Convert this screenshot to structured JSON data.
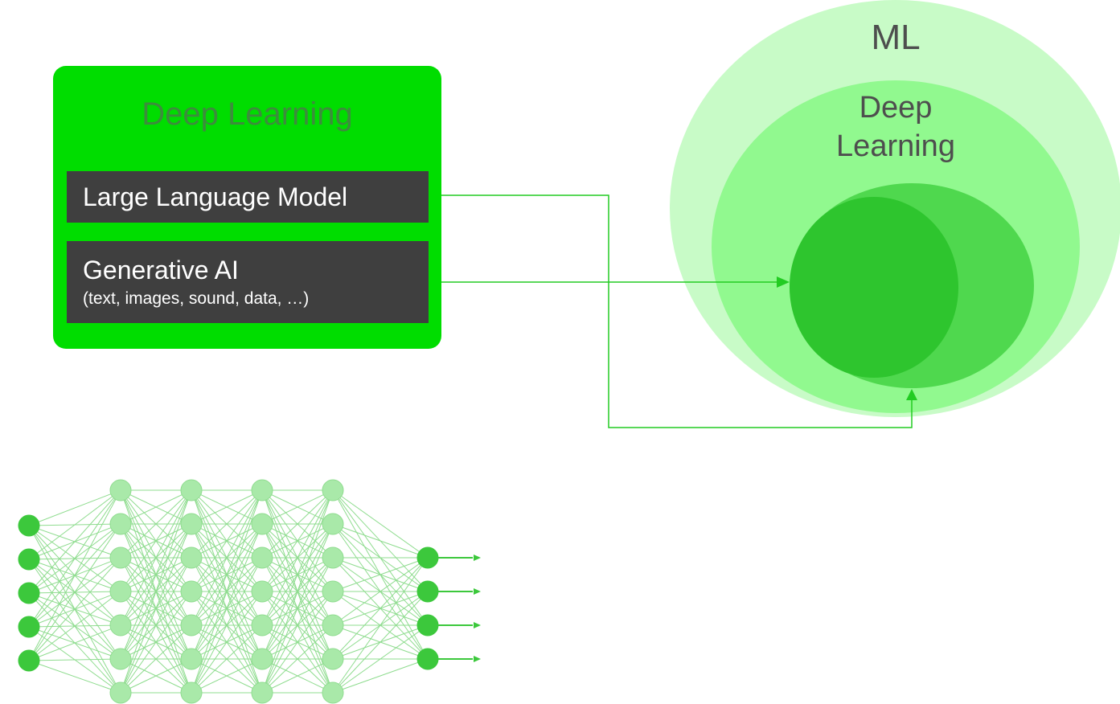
{
  "card": {
    "title": "Deep Learning",
    "llm_label": "Large Language Model",
    "genai_label": "Generative AI",
    "genai_sub": "(text, images, sound, data, …)"
  },
  "venn": {
    "ml_label": "ML",
    "dl_label_line1": "Deep",
    "dl_label_line2": "Learning"
  },
  "network": {
    "layer_node_counts": [
      5,
      7,
      7,
      7,
      7,
      4
    ]
  },
  "colors": {
    "card_green": "#00dd00",
    "card_title": "#3d8c3d",
    "bar_dark": "#3f3f3f",
    "ml_fill": "#c8fbc7",
    "dl_fill": "#91f98f",
    "inner_fill": "#4fd84e",
    "core_fill": "#2ec52e",
    "connector": "#22cc22",
    "network_node": "#a9e9a9",
    "network_io": "#3cc83c",
    "network_line": "#8fdc8f"
  }
}
